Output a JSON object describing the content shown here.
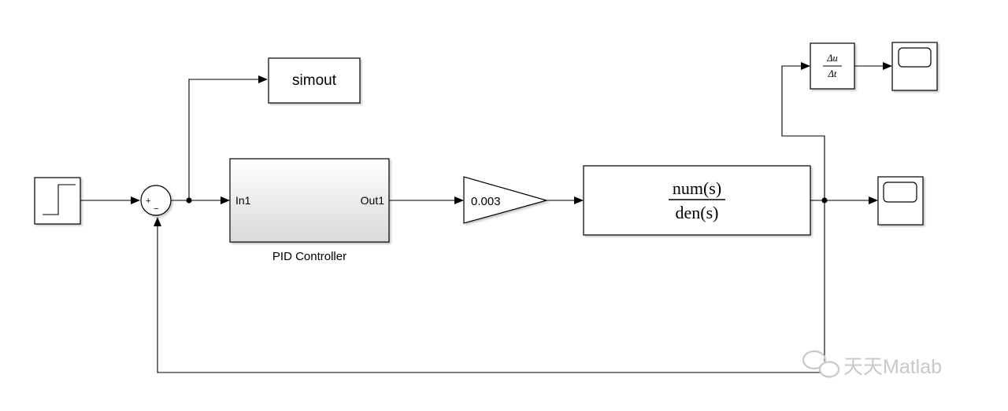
{
  "diagram": {
    "blocks": {
      "step": {
        "icon": "step-icon"
      },
      "sum": {
        "signs": [
          "+",
          "−"
        ]
      },
      "simout": {
        "label": "simout"
      },
      "pid": {
        "input_port": "In1",
        "output_port": "Out1",
        "caption": "PID Controller"
      },
      "gain": {
        "value": "0.003"
      },
      "transfer_fcn": {
        "numerator": "num(s)",
        "denominator": "den(s)"
      },
      "derivative": {
        "numerator": "Δu",
        "denominator": "Δt"
      },
      "scope_main": {
        "icon": "scope-icon"
      },
      "scope_derivative": {
        "icon": "scope-icon"
      }
    },
    "watermark": {
      "text": "天天Matlab",
      "icon": "wechat-icon"
    }
  }
}
